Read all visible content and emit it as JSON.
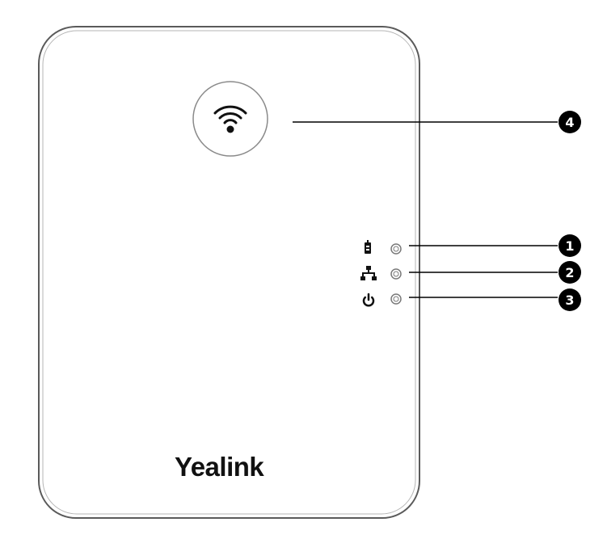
{
  "device": {
    "brand": "Yealink",
    "pairing_button_icon": "wifi-signal-icon",
    "indicators": [
      {
        "icon": "handset-icon",
        "callout": "1"
      },
      {
        "icon": "network-icon",
        "callout": "2"
      },
      {
        "icon": "power-icon",
        "callout": "3"
      }
    ]
  },
  "callouts": {
    "pairing": "4",
    "handset": "1",
    "network": "2",
    "power": "3"
  },
  "colors": {
    "outline": "#5a5a5a",
    "callout_fill": "#000000",
    "led": "#7a7a7a"
  }
}
